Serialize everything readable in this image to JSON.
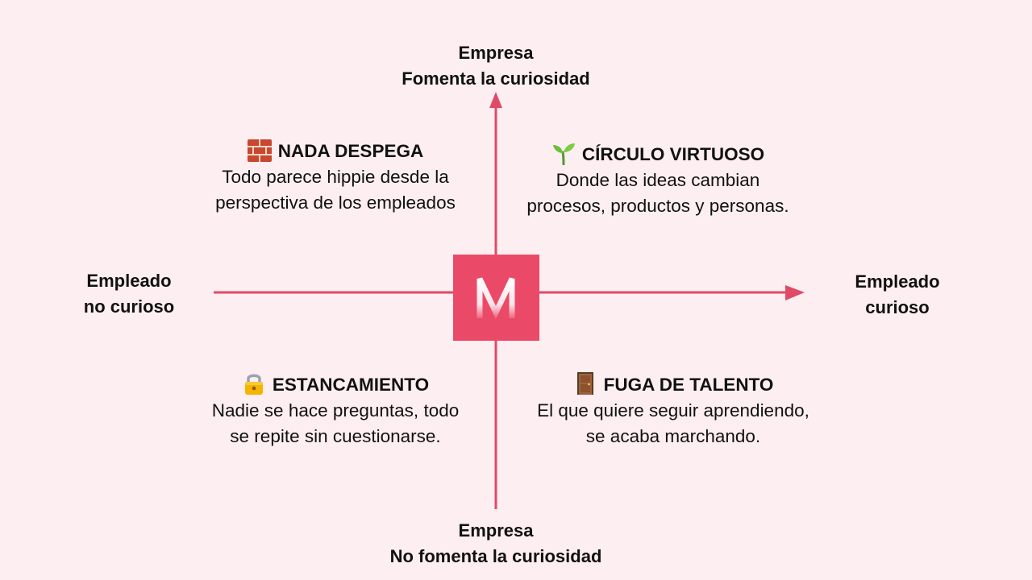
{
  "axes": {
    "top": {
      "line1": "Empresa",
      "line2": "Fomenta la curiosidad"
    },
    "bottom": {
      "line1": "Empresa",
      "line2": "No fomenta la curiosidad"
    },
    "left": {
      "line1": "Empleado",
      "line2": "no curioso"
    },
    "right": {
      "line1": "Empleado",
      "line2": "curioso"
    }
  },
  "quadrants": {
    "top_left": {
      "icon": "brick-icon",
      "title": "NADA DESPEGA",
      "line1": "Todo parece hippie desde la",
      "line2": "perspectiva de los empleados"
    },
    "top_right": {
      "icon": "seedling-icon",
      "title": "CÍRCULO VIRTUOSO",
      "line1": "Donde las ideas cambian",
      "line2": "procesos, productos y personas."
    },
    "bottom_left": {
      "icon": "lock-icon",
      "title": "ESTANCAMIENTO",
      "line1": "Nadie se hace preguntas, todo",
      "line2": "se repite sin cuestionarse."
    },
    "bottom_right": {
      "icon": "door-icon",
      "title": "FUGA DE TALENTO",
      "line1": "El que quiere seguir aprendiendo,",
      "line2": "se acaba marchando."
    }
  },
  "center_logo": {
    "icon": "m-logo-icon"
  },
  "colors": {
    "background": "#fdeef1",
    "axis": "#e04a66",
    "logo_box": "#ea4a68",
    "text": "#111111"
  }
}
